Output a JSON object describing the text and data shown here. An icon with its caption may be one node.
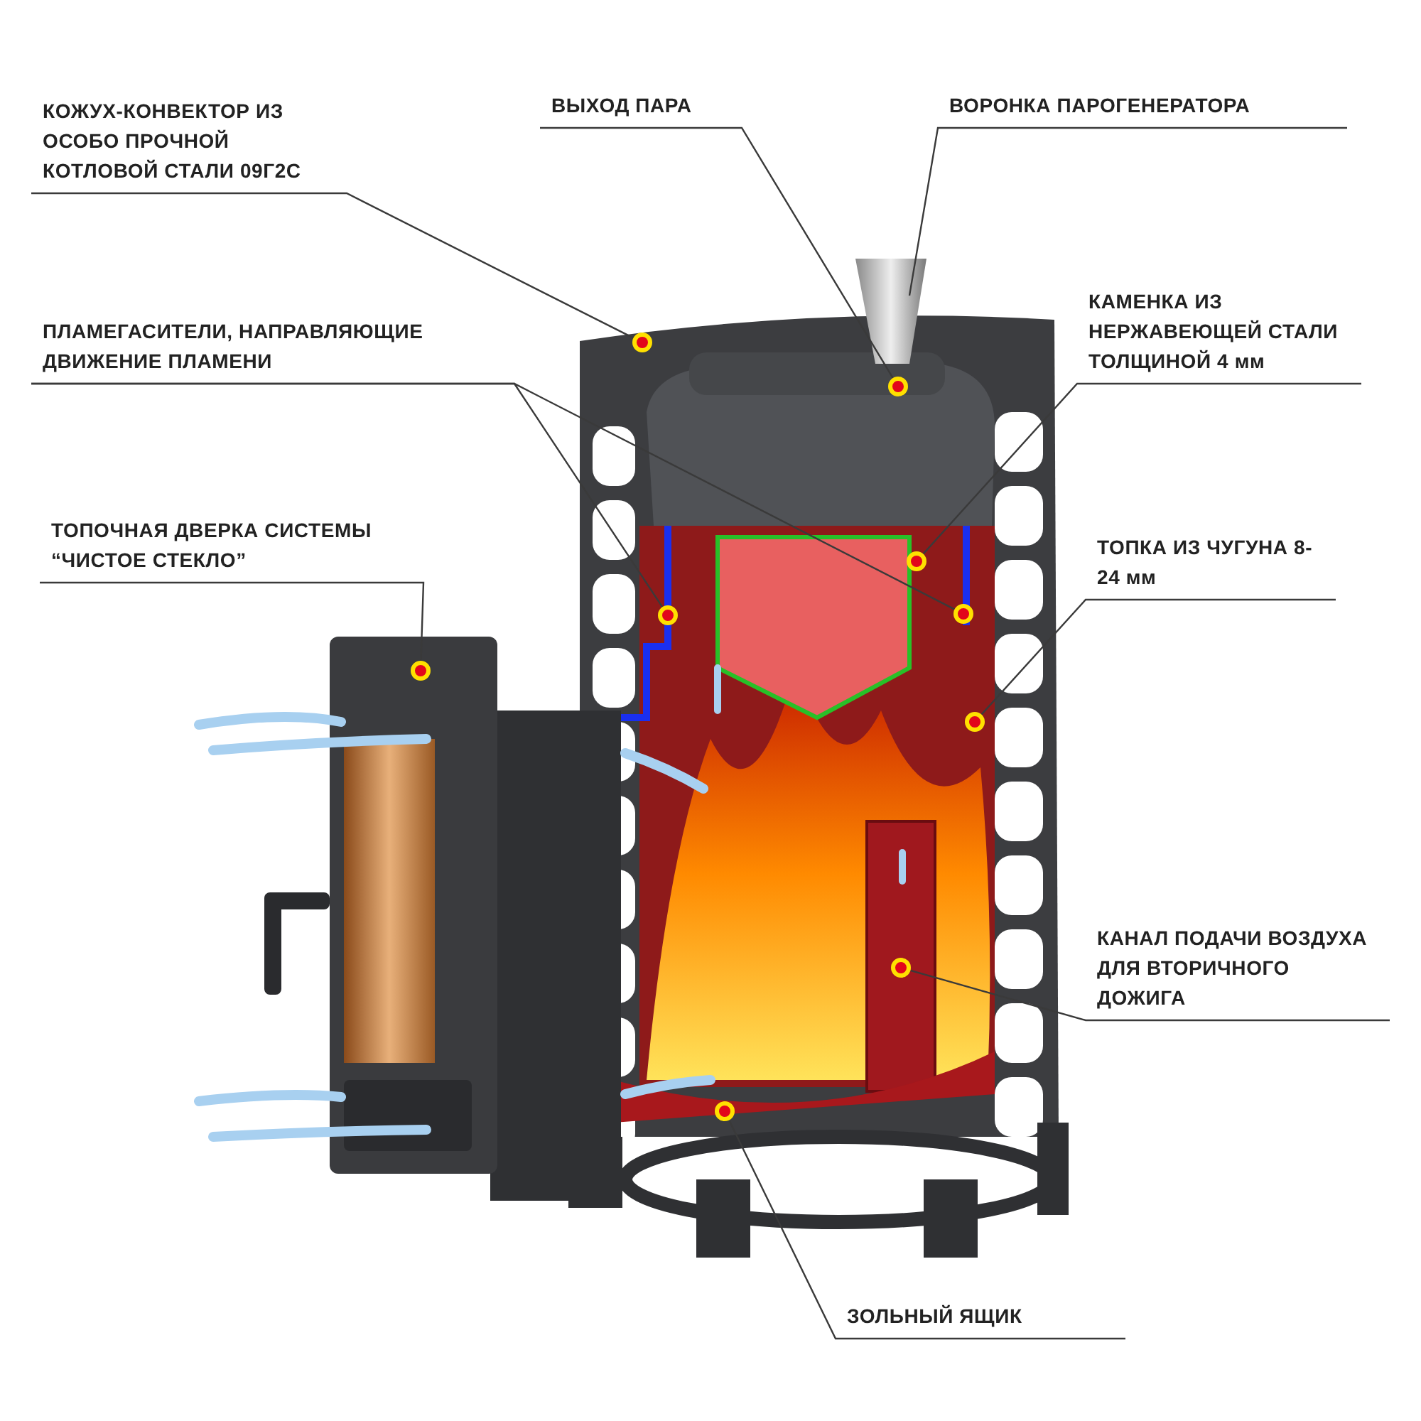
{
  "diagram": {
    "nodes": [
      {
        "text": [
          "КОЖУХ-КОНВЕКТОР ИЗ ОСОБО ПРОЧНОЙ КОТЛОВОЙ СТАЛИ 09Г2С"
        ]
      },
      {
        "text": [
          "ВЫХОД ПАРА"
        ]
      },
      {
        "text": [
          "ВОРОНКА ПАРОГЕНЕРАТОРА"
        ]
      },
      {
        "text": [
          "ПЛАМЕГАСИТЕЛИ, НАПРАВЛЯЮЩИЕ ДВИЖЕНИЕ ПЛАМЕНИ"
        ]
      },
      {
        "text": [
          "КАМЕНКА ИЗ НЕРЖАВЕЮЩЕЙ СТАЛИ ТОЛЩИНОЙ 4 мм"
        ]
      },
      {
        "text": [
          "ТОПОЧНАЯ ДВЕРКА СИСТЕМЫ “ЧИСТОЕ СТЕКЛО”"
        ]
      },
      {
        "text": [
          "ТОПКА ИЗ ЧУГУНА 8-24 мм"
        ]
      },
      {
        "text": [
          "КАНАЛ ПОДАЧИ ВОЗДУХА ДЛЯ ВТОРИЧНОГО ДОЖИГА"
        ]
      },
      {
        "text": [
          "ЗОЛЬНЫЙ ЯЩИК"
        ]
      },
      {
        "text": [],
        "shape": "circle"
      },
      {
        "text": [],
        "shape": "circle"
      },
      {
        "text": [],
        "shape": "circle"
      },
      {
        "text": [],
        "shape": "circle"
      },
      {
        "text": [],
        "shape": "circle"
      },
      {
        "text": [],
        "shape": "circle"
      },
      {
        "text": [],
        "shape": "circle"
      },
      {
        "text": [],
        "shape": "circle"
      },
      {
        "text": [],
        "shape": "circle"
      }
    ],
    "edges": [
      {
        "from": 0,
        "to": 9,
        "arrow": "none"
      },
      {
        "from": 1,
        "to": 10,
        "arrow": "none"
      },
      {
        "from": 2,
        "to": null,
        "arrow": "none"
      },
      {
        "from": 3,
        "to": 12,
        "arrow": "none"
      },
      {
        "from": 3,
        "to": 13,
        "arrow": "none"
      },
      {
        "from": 4,
        "to": 11,
        "arrow": "none"
      },
      {
        "from": 5,
        "to": 14,
        "arrow": "none"
      },
      {
        "from": 6,
        "to": 15,
        "arrow": "none"
      },
      {
        "from": 7,
        "to": 16,
        "arrow": "none"
      },
      {
        "from": 8,
        "to": 17,
        "arrow": "none"
      }
    ]
  }
}
